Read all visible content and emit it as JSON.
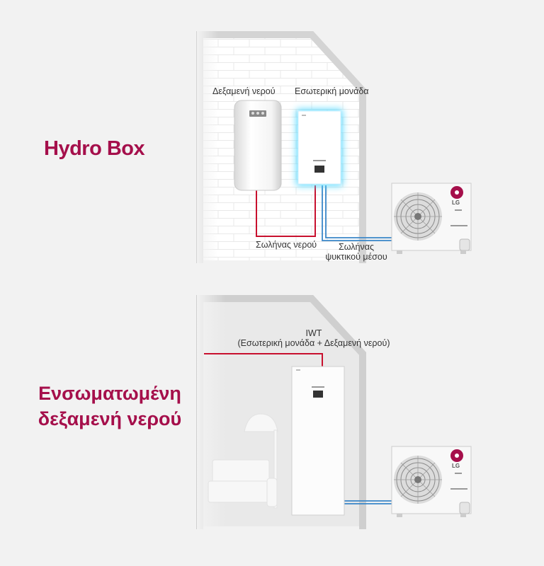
{
  "section_hydrobox": {
    "heading": "Hydro Box",
    "label_tank": "Δεξαμενή νερού",
    "label_indoor": "Εσωτερική μονάδα",
    "label_water_pipe": "Σωλήνας νερού",
    "label_refrigerant_pipe_line1": "Σωλήνας",
    "label_refrigerant_pipe_line2": "ψυκτικού μέσου"
  },
  "section_iwt": {
    "heading_line1": "Ενσωματωμένη",
    "heading_line2": "δεξαμενή νερού",
    "label_iwt": "IWT",
    "label_iwt_detail": "(Εσωτερική μονάδα + Δεξαμενή νερού)"
  },
  "outdoor_unit": {
    "brand": "LG"
  },
  "colors": {
    "accent": "#a50f4b",
    "water_pipe": "#c8102e",
    "refrigerant_pipe": "#3a86c8",
    "indoor_glow": "#4fd8ff"
  }
}
